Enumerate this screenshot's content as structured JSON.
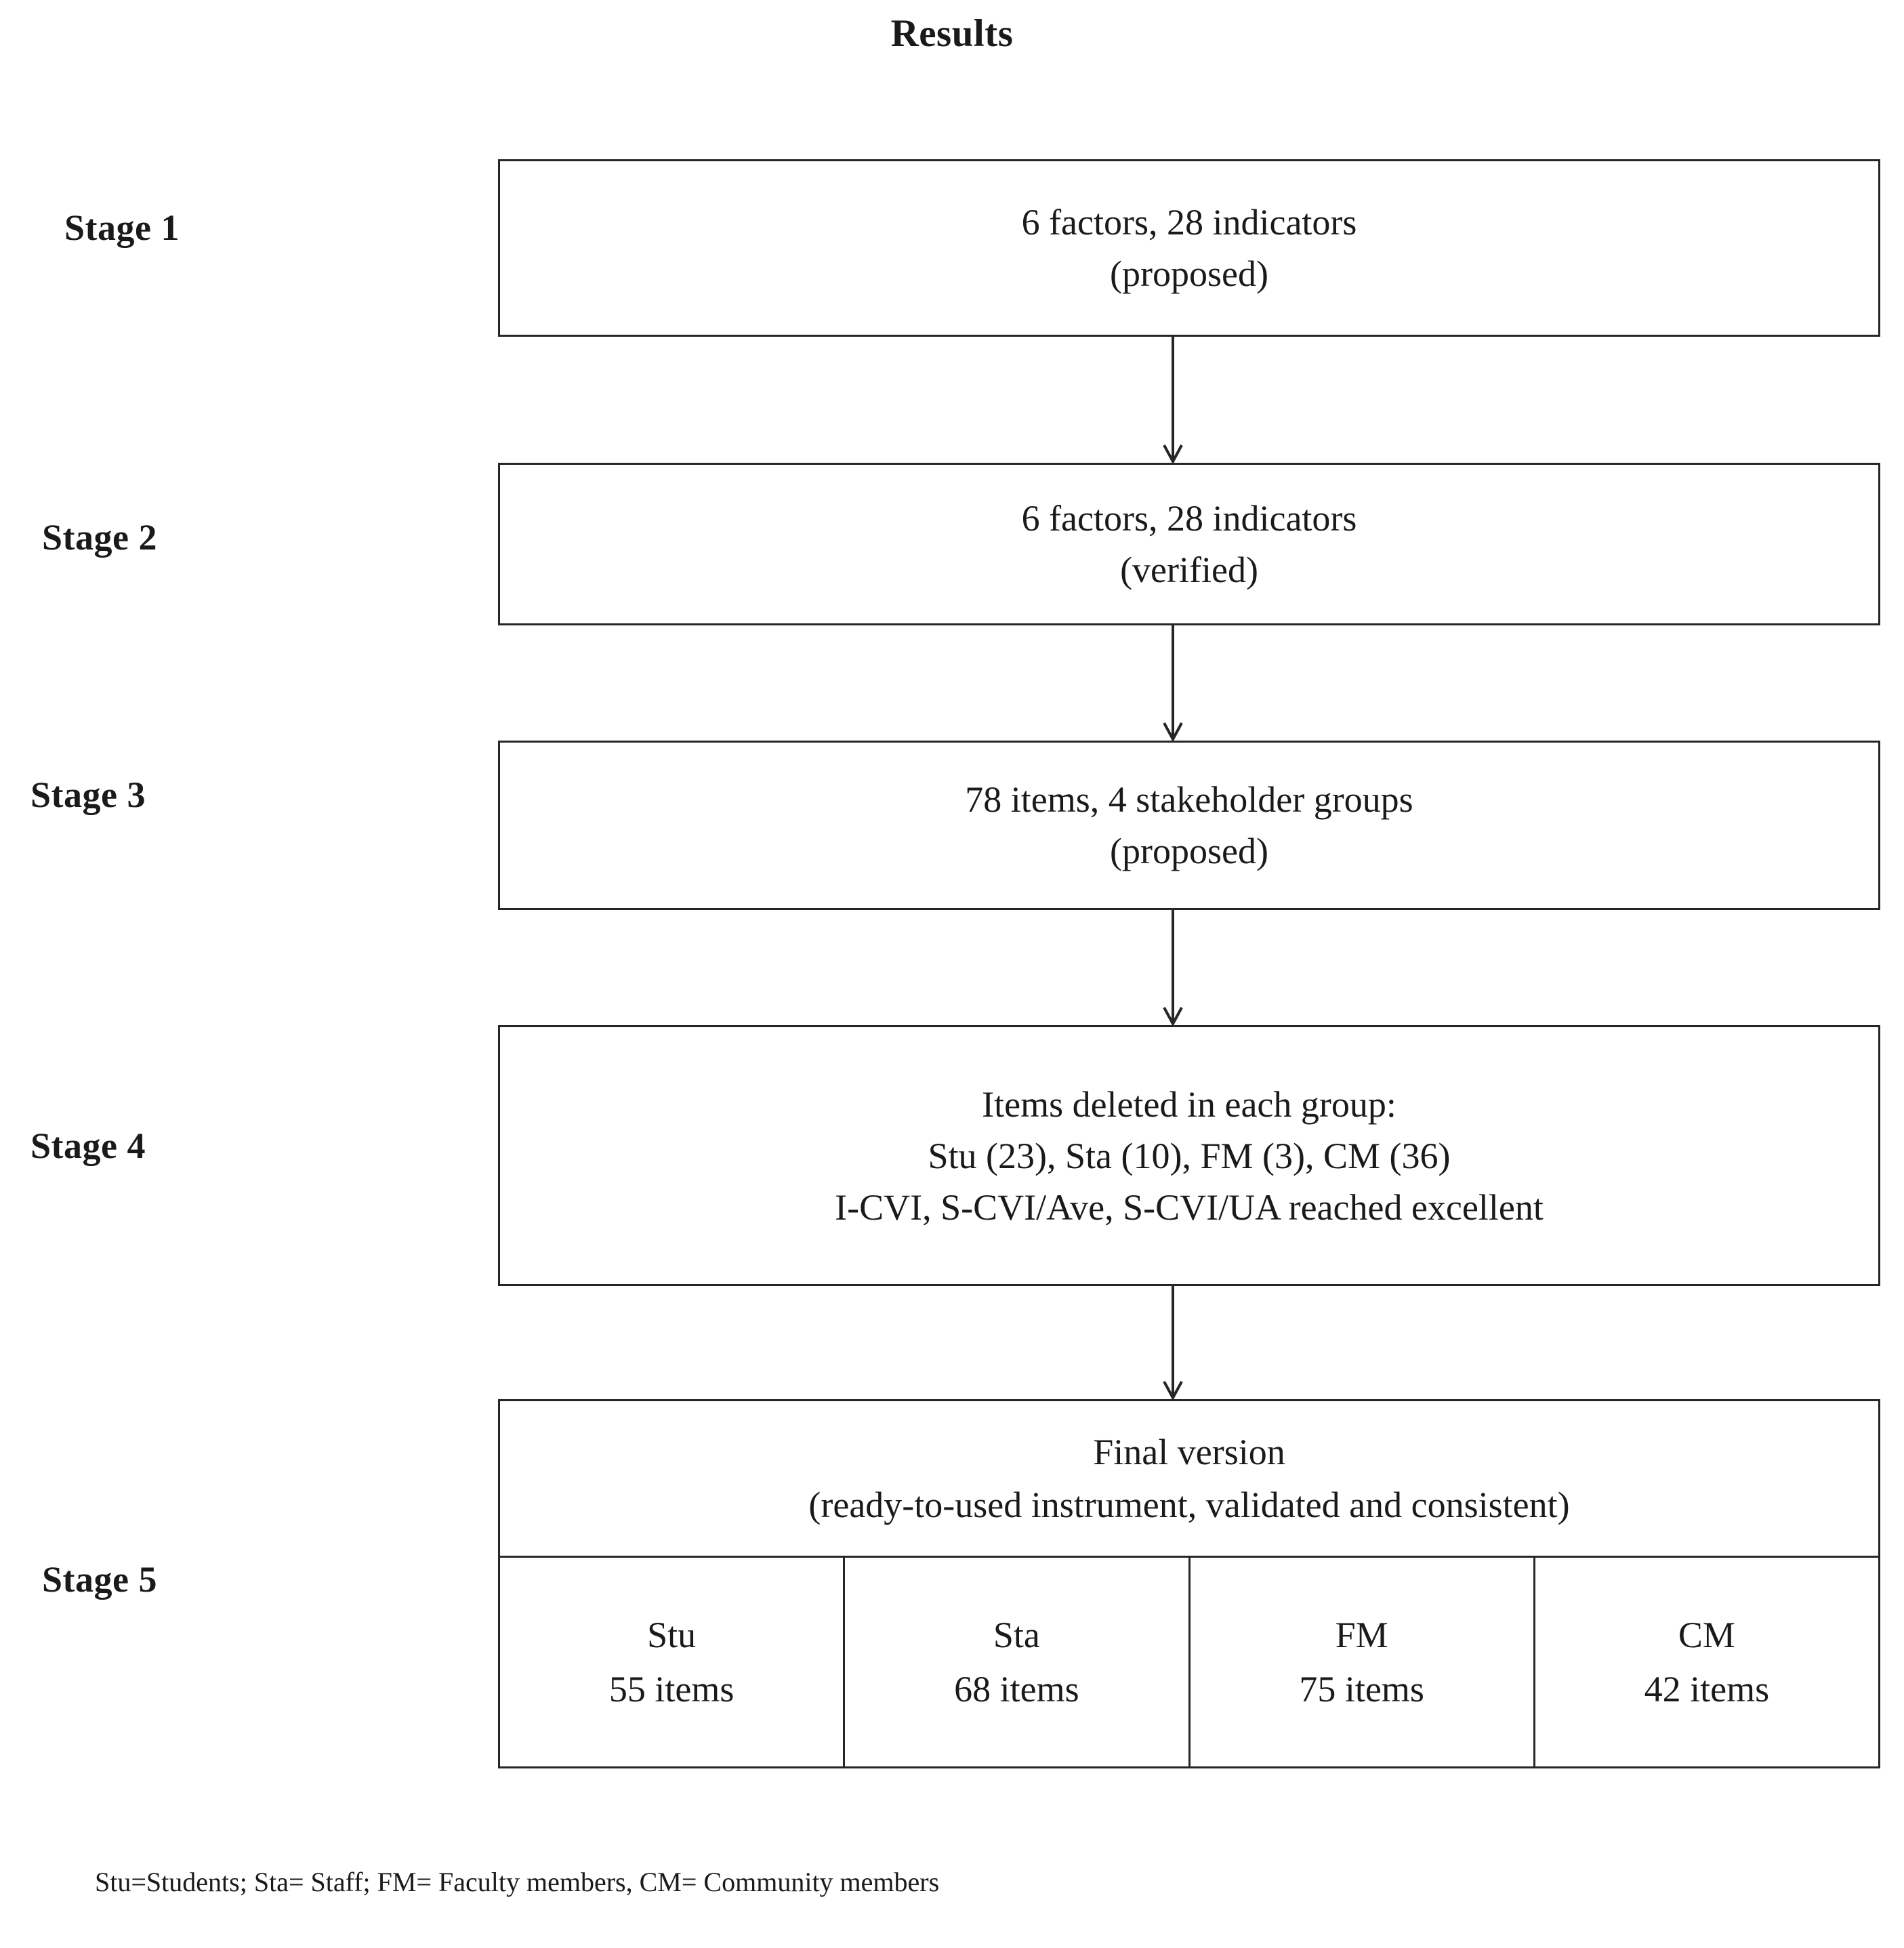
{
  "figure": {
    "title": "Results",
    "footnote": "Stu=Students; Sta= Staff; FM= Faculty members, CM= Community members"
  },
  "stages": [
    {
      "label": "Stage 1",
      "lines": [
        "6 factors, 28 indicators",
        "(proposed)"
      ]
    },
    {
      "label": "Stage 2",
      "lines": [
        "6 factors, 28 indicators",
        "(verified)"
      ]
    },
    {
      "label": "Stage 3",
      "lines": [
        "78 items, 4 stakeholder groups",
        "(proposed)"
      ]
    },
    {
      "label": "Stage 4",
      "lines": [
        "Items deleted in each group:",
        "Stu (23), Sta (10), FM (3), CM (36)",
        "I-CVI, S-CVI/Ave, S-CVI/UA reached excellent"
      ]
    },
    {
      "label": "Stage 5",
      "lines": [
        "Final version",
        "(ready-to-used instrument, validated and consistent)"
      ],
      "groups": [
        {
          "name": "Stu",
          "count": "55 items"
        },
        {
          "name": "Sta",
          "count": "68 items"
        },
        {
          "name": "FM",
          "count": "75 items"
        },
        {
          "name": "CM",
          "count": "42 items"
        }
      ]
    }
  ],
  "connectors": [
    {
      "from": "Stage 1",
      "to": "Stage 2"
    },
    {
      "from": "Stage 2",
      "to": "Stage 3"
    },
    {
      "from": "Stage 3",
      "to": "Stage 4"
    },
    {
      "from": "Stage 4",
      "to": "Stage 5"
    }
  ],
  "colors": {
    "border": "#262626",
    "text": "#1a1a1a",
    "background": "#ffffff"
  }
}
